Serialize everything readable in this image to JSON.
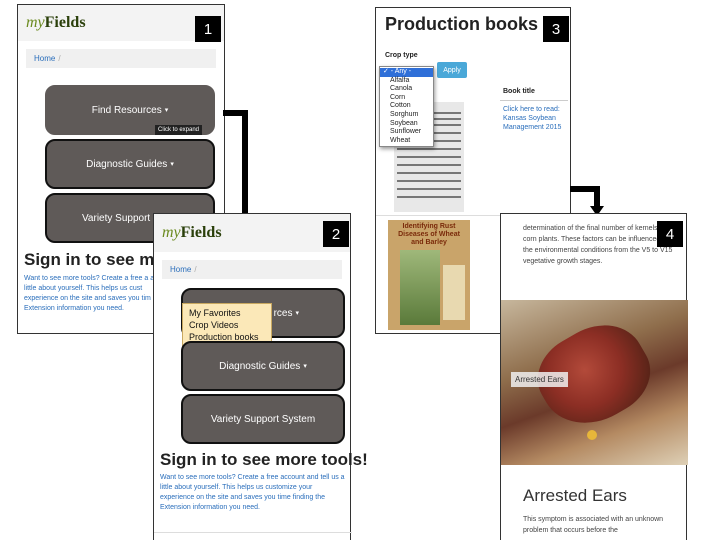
{
  "panel1": {
    "badge": "1",
    "logo_my": "my",
    "logo_fields": "Fields",
    "breadcrumb_home": "Home",
    "breadcrumb_sep": "/",
    "buttons": {
      "find_resources": "Find Resources",
      "diagnostic_guides": "Diagnostic Guides",
      "variety_support": "Variety Support S"
    },
    "tooltip": "Click to expand",
    "signin_title": "Sign in to see mor",
    "signin_text": "Want to see more tools? Create a free a a little about yourself. This helps us cust experience on the site and saves you tim Extension information you need."
  },
  "panel2": {
    "badge": "2",
    "logo_my": "my",
    "logo_fields": "Fields",
    "breadcrumb_home": "Home",
    "breadcrumb_sep": "/",
    "buttons": {
      "find_resources_tail": "rces",
      "diagnostic_guides": "Diagnostic Guides",
      "variety_support": "Variety Support System"
    },
    "dropdown_items": [
      "My Favorites",
      "Crop Videos",
      "Production books"
    ],
    "signin_title": "Sign in to see more tools!",
    "signin_text": "Want to see more tools? Create a free account and tell us a little about yourself. This helps us customize your experience on the site and saves you time finding the Extension information you need."
  },
  "panel3": {
    "badge": "3",
    "title": "Production books",
    "crop_type_label": "Crop type",
    "crop_options": [
      "✓ - Any -",
      "Alfalfa",
      "Canola",
      "Corn",
      "Cotton",
      "Sorghum",
      "Soybean",
      "Sunflower",
      "Wheat"
    ],
    "apply_label": "Apply",
    "book_title_header": "Book title",
    "book_link": "Click here to read: Kansas Soybean Management 2015",
    "cover2_title": "Identifying Rust Diseases of Wheat and Barley"
  },
  "panel4": {
    "badge": "4",
    "intro_text": "determination of the final number of kernels in corn plants. These factors can be influenced by the environmental conditions from the V5 to V15 vegetative growth stages.",
    "photo_label": "Arrested Ears",
    "heading": "Arrested Ears",
    "body_text": "This symptom is associated with an unknown problem that occurs before the"
  },
  "colors": {
    "button_bg": "#5f5a58",
    "link_blue": "#2a6ebb",
    "dropdown_bg": "#fbe8b8",
    "apply_blue": "#4aa8d8",
    "select_highlight": "#2f6fd8"
  }
}
